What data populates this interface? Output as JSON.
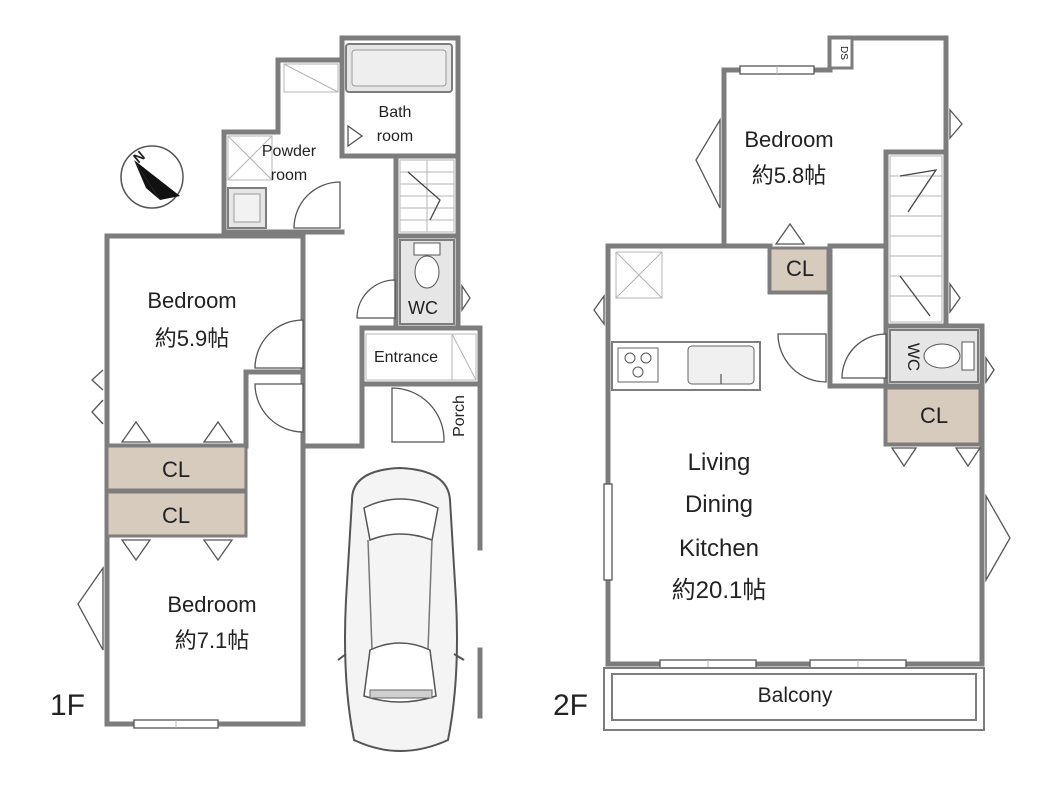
{
  "floors": {
    "first": {
      "label": "1F",
      "rooms": {
        "bedroom_a": {
          "name": "Bedroom",
          "size": "約5.9帖"
        },
        "bedroom_b": {
          "name": "Bedroom",
          "size": "約7.1帖"
        },
        "bath": {
          "line1": "Bath",
          "line2": "room"
        },
        "powder": {
          "line1": "Powder",
          "line2": "room"
        },
        "wc": "WC",
        "entrance": "Entrance",
        "porch": "Porch",
        "closet_1": "CL",
        "closet_2": "CL"
      }
    },
    "second": {
      "label": "2F",
      "rooms": {
        "bedroom": {
          "name": "Bedroom",
          "size": "約5.8帖"
        },
        "ldk": {
          "line1": "Living",
          "line2": "Dining",
          "line3": "Kitchen",
          "size": "約20.1帖"
        },
        "wc": "WC",
        "closet_1": "CL",
        "closet_2": "CL",
        "balcony": "Balcony",
        "ds": "DS"
      }
    }
  },
  "compass": {
    "symbol": "N",
    "icon": "compass-icon"
  },
  "colors": {
    "wall": "#7d7d7d",
    "closet_fill": "#d6cbbd",
    "fixture_fill": "#e6e6e6"
  }
}
